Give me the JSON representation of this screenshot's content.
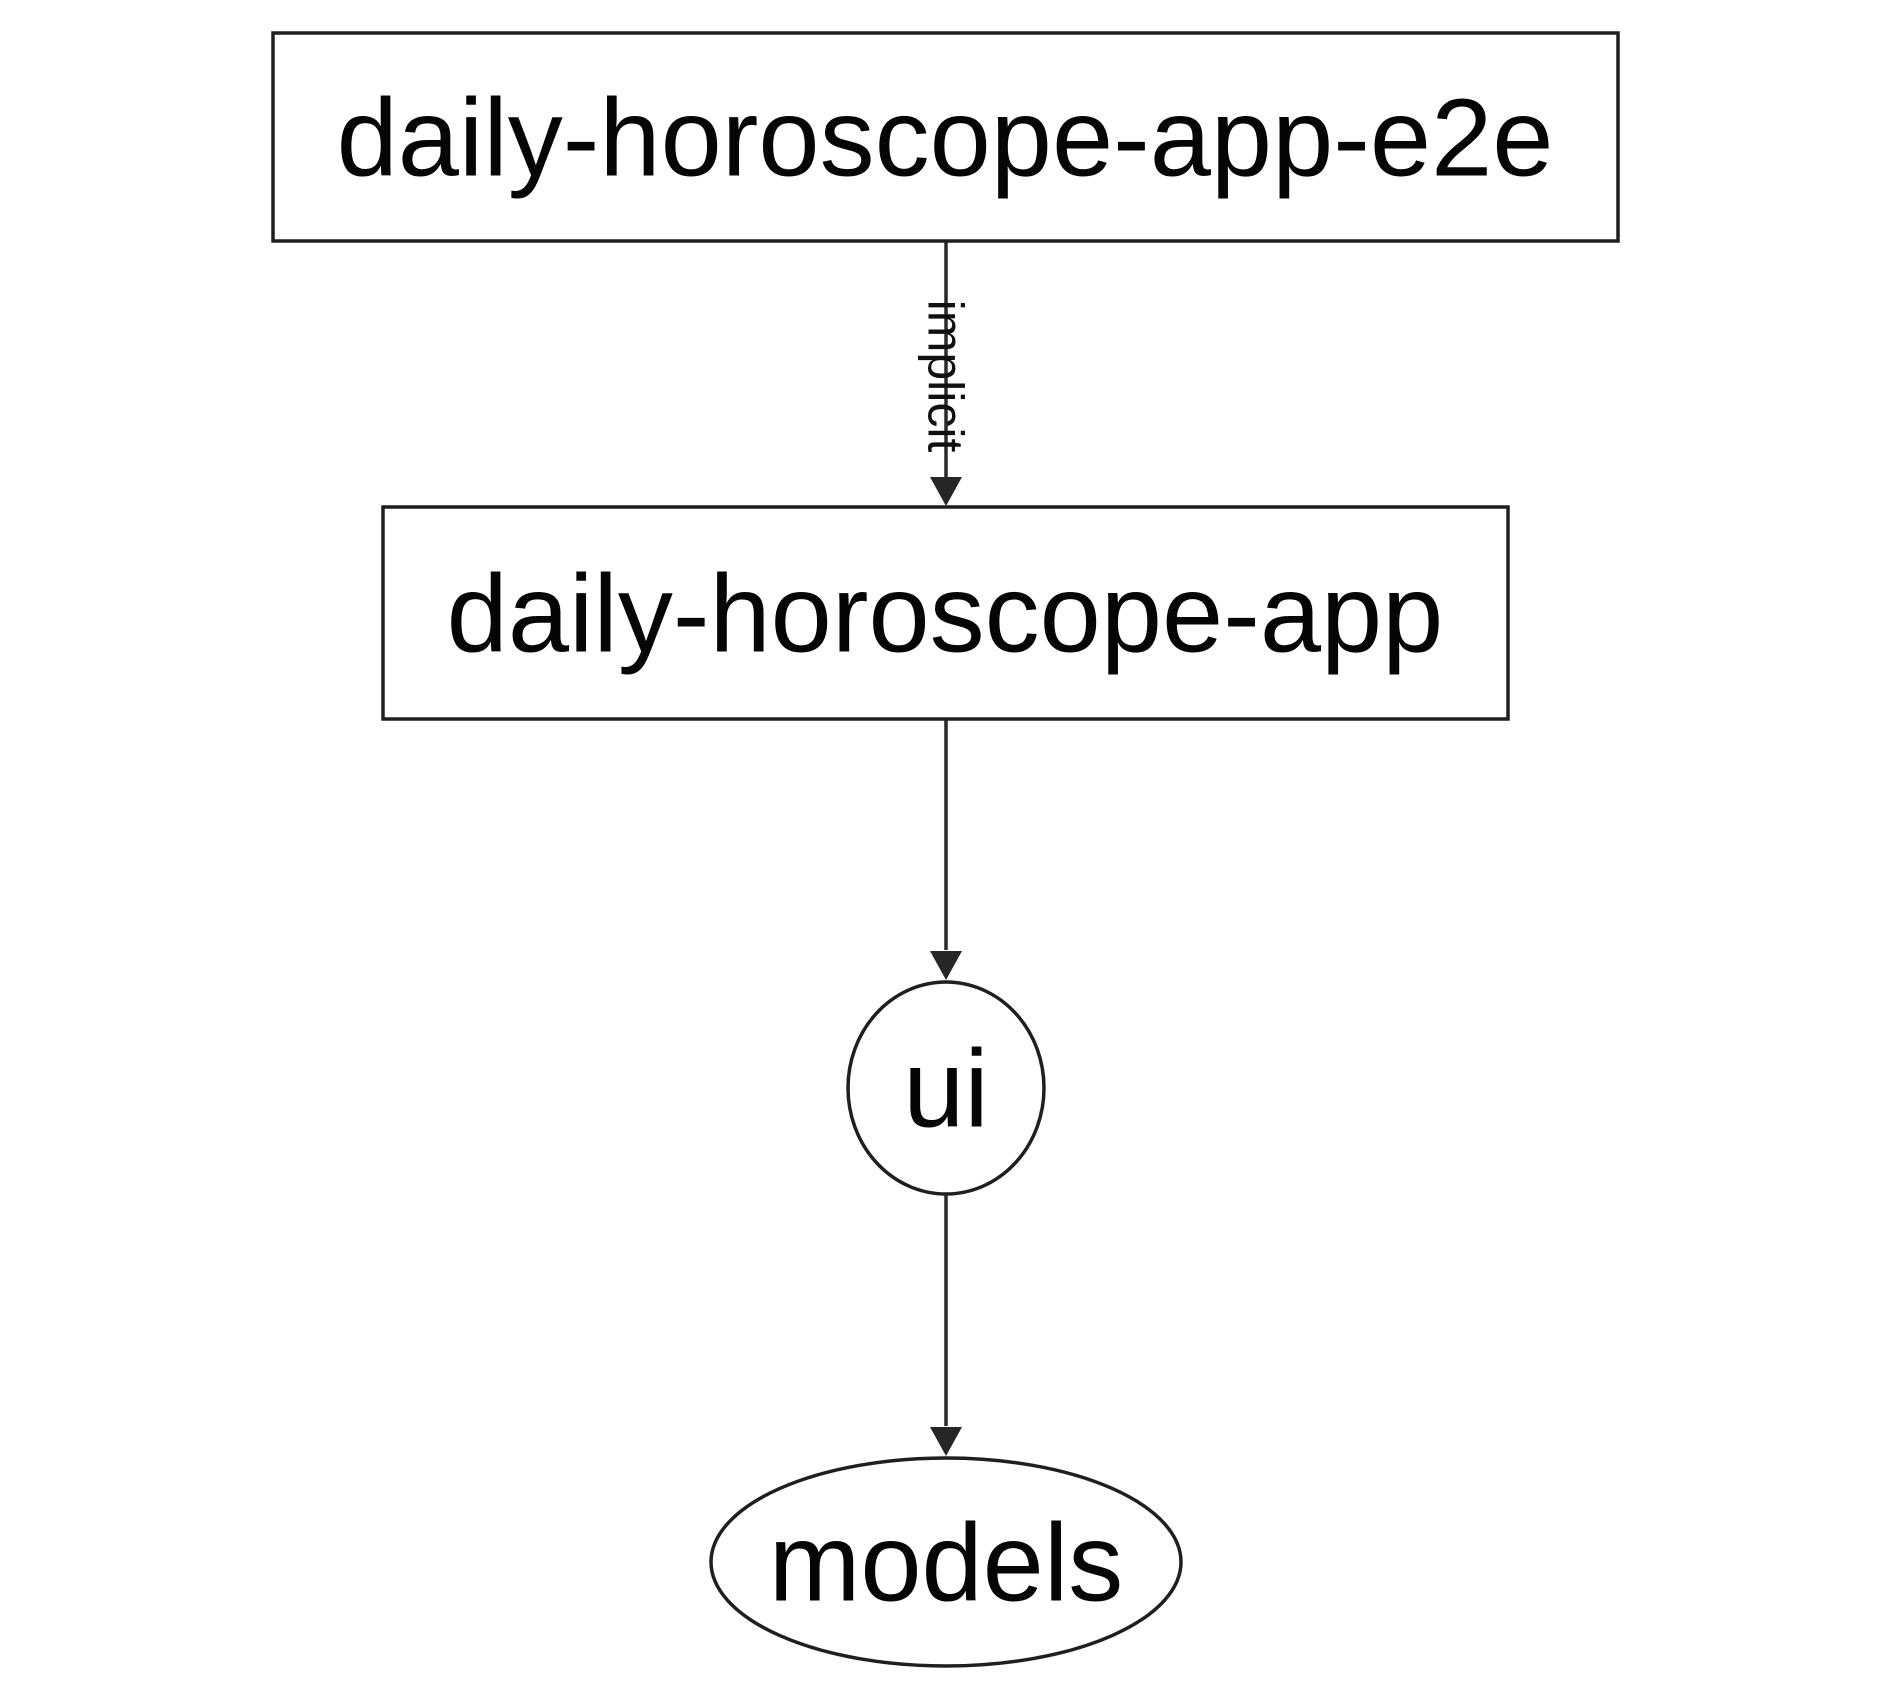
{
  "diagram": {
    "type": "dependency-graph",
    "direction": "top-down",
    "colors": {
      "background": "#ffffff",
      "node_fill": "#ffffff",
      "stroke": "#1f1f1f",
      "text": "#050505"
    },
    "nodes": [
      {
        "id": "daily-horoscope-app-e2e",
        "label": "daily-horoscope-app-e2e",
        "shape": "rectangle"
      },
      {
        "id": "daily-horoscope-app",
        "label": "daily-horoscope-app",
        "shape": "rectangle"
      },
      {
        "id": "ui",
        "label": "ui",
        "shape": "ellipse"
      },
      {
        "id": "models",
        "label": "models",
        "shape": "ellipse"
      }
    ],
    "edges": [
      {
        "from": "daily-horoscope-app-e2e",
        "to": "daily-horoscope-app",
        "label": "implicit",
        "label_rotation_deg": 90
      },
      {
        "from": "daily-horoscope-app",
        "to": "ui",
        "label": ""
      },
      {
        "from": "ui",
        "to": "models",
        "label": ""
      }
    ]
  }
}
